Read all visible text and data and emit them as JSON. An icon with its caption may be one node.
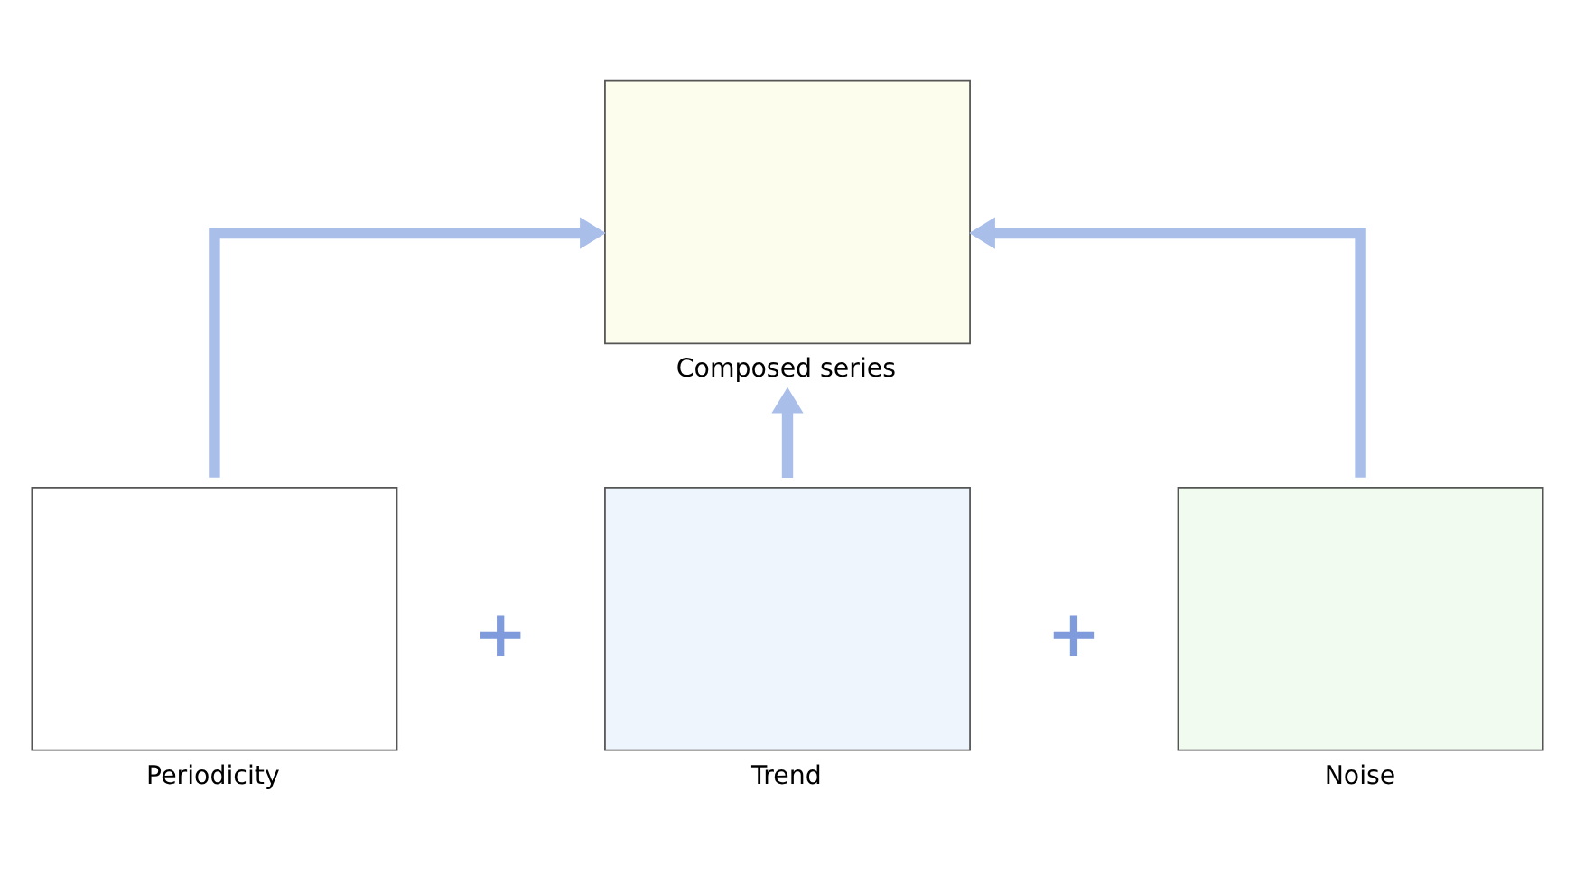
{
  "diagram": {
    "nodes": [
      {
        "text": [
          "Composed series"
        ]
      },
      {
        "text": [
          "Periodicity"
        ]
      },
      {
        "text": [
          "Trend"
        ]
      },
      {
        "text": [
          "Noise"
        ]
      }
    ],
    "edges": [
      {
        "from": 1,
        "to": 0,
        "arrow": "to"
      },
      {
        "from": 2,
        "to": 0,
        "arrow": "to"
      },
      {
        "from": 3,
        "to": 0,
        "arrow": "to"
      }
    ],
    "labels": [
      "+",
      "+"
    ]
  }
}
